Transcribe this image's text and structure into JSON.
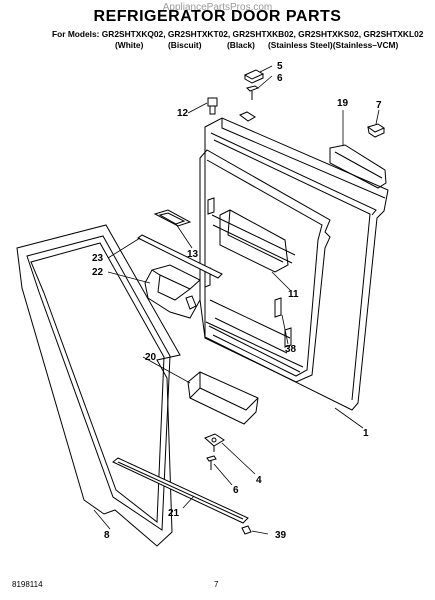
{
  "header": {
    "watermark": "AppliancePartsPros.com",
    "title": "REFRIGERATOR DOOR PARTS",
    "models_line": "For Models: GR2SHTXKQ02, GR2SHTXKT02, GR2SHTXKB02, GR2SHTXKS02, GR2SHTXKL02",
    "colors": [
      "(White)",
      "(Biscuit)",
      "(Black)",
      "(Stainless Steel)(Stainless–VCM)"
    ]
  },
  "callouts": [
    "5",
    "6",
    "7",
    "12",
    "19",
    "13",
    "23",
    "22",
    "11",
    "38",
    "20",
    "1",
    "4",
    "6",
    "21",
    "8",
    "39"
  ],
  "footer": {
    "doc_number": "8198114",
    "page_number": "7"
  }
}
